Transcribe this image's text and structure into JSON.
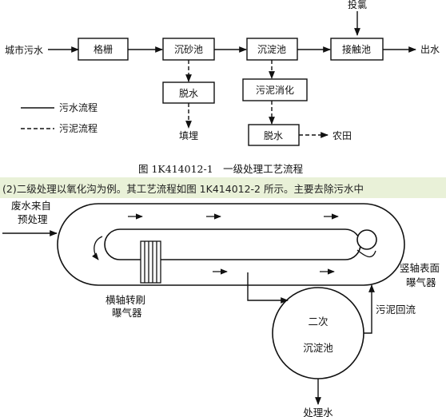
{
  "diagram1": {
    "input": "城市污水",
    "boxes": {
      "screen": "格栅",
      "grit": "沉砂池",
      "sedimentation": "沉淀池",
      "contact": "接触池",
      "dewater1": "脱水",
      "digestion": "污泥消化",
      "dewater2": "脱水"
    },
    "chlorine": "投氯",
    "outlet": "出水",
    "landfill": "填埋",
    "farmland": "农田",
    "legend": {
      "sewage": "污水流程",
      "sludge": "污泥流程"
    },
    "caption": "图 1K414012-1　一级处理工艺流程"
  },
  "band_text": "(2)二级处理以氧化沟为例。其工艺流程如图 1K414012-2 所示。主要去除污水中",
  "diagram2": {
    "inflow_line1": "废水来自",
    "inflow_line2": "预处理",
    "brush_line1": "横轴转刷",
    "brush_line2": "曝气器",
    "vertical_line1": "竖轴表面",
    "vertical_line2": "曝气器",
    "return_sludge": "污泥回流",
    "clarifier_line1": "二次",
    "clarifier_line2": "沉淀池",
    "treated_water": "处理水"
  }
}
